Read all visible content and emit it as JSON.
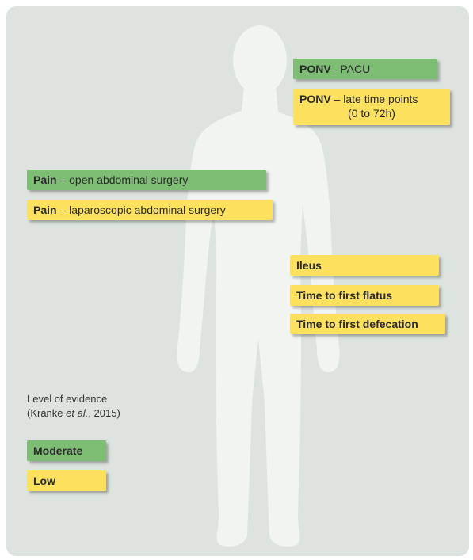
{
  "labels": {
    "ponv_pacu": {
      "strong": "PONV",
      "rest": "– PACU",
      "level": "moderate"
    },
    "ponv_late": {
      "strong": "PONV",
      "rest": " – late time points",
      "line2": "(0 to 72h)",
      "level": "low"
    },
    "pain_open": {
      "strong": "Pain",
      "rest": " – open abdominal surgery",
      "level": "moderate"
    },
    "pain_lap": {
      "strong": "Pain",
      "rest": " – laparoscopic abdominal surgery",
      "level": "low"
    },
    "ileus": {
      "strong": "Ileus",
      "level": "low"
    },
    "flatus": {
      "strong": "Time to first flatus",
      "level": "low"
    },
    "defecation": {
      "strong": "Time to first defecation",
      "level": "low"
    }
  },
  "legend": {
    "title": "Level of evidence",
    "citation_author": "(Kranke ",
    "citation_etal": "et al.",
    "citation_year": ", 2015)",
    "items": [
      {
        "label": "Moderate",
        "level": "moderate"
      },
      {
        "label": "Low",
        "level": "low"
      }
    ]
  },
  "colors": {
    "background": "#dde4df",
    "silhouette": "#f1f4f1",
    "moderate": "#7dbd74",
    "low": "#fde15e"
  },
  "icons": {
    "figure": "human-silhouette-icon"
  }
}
